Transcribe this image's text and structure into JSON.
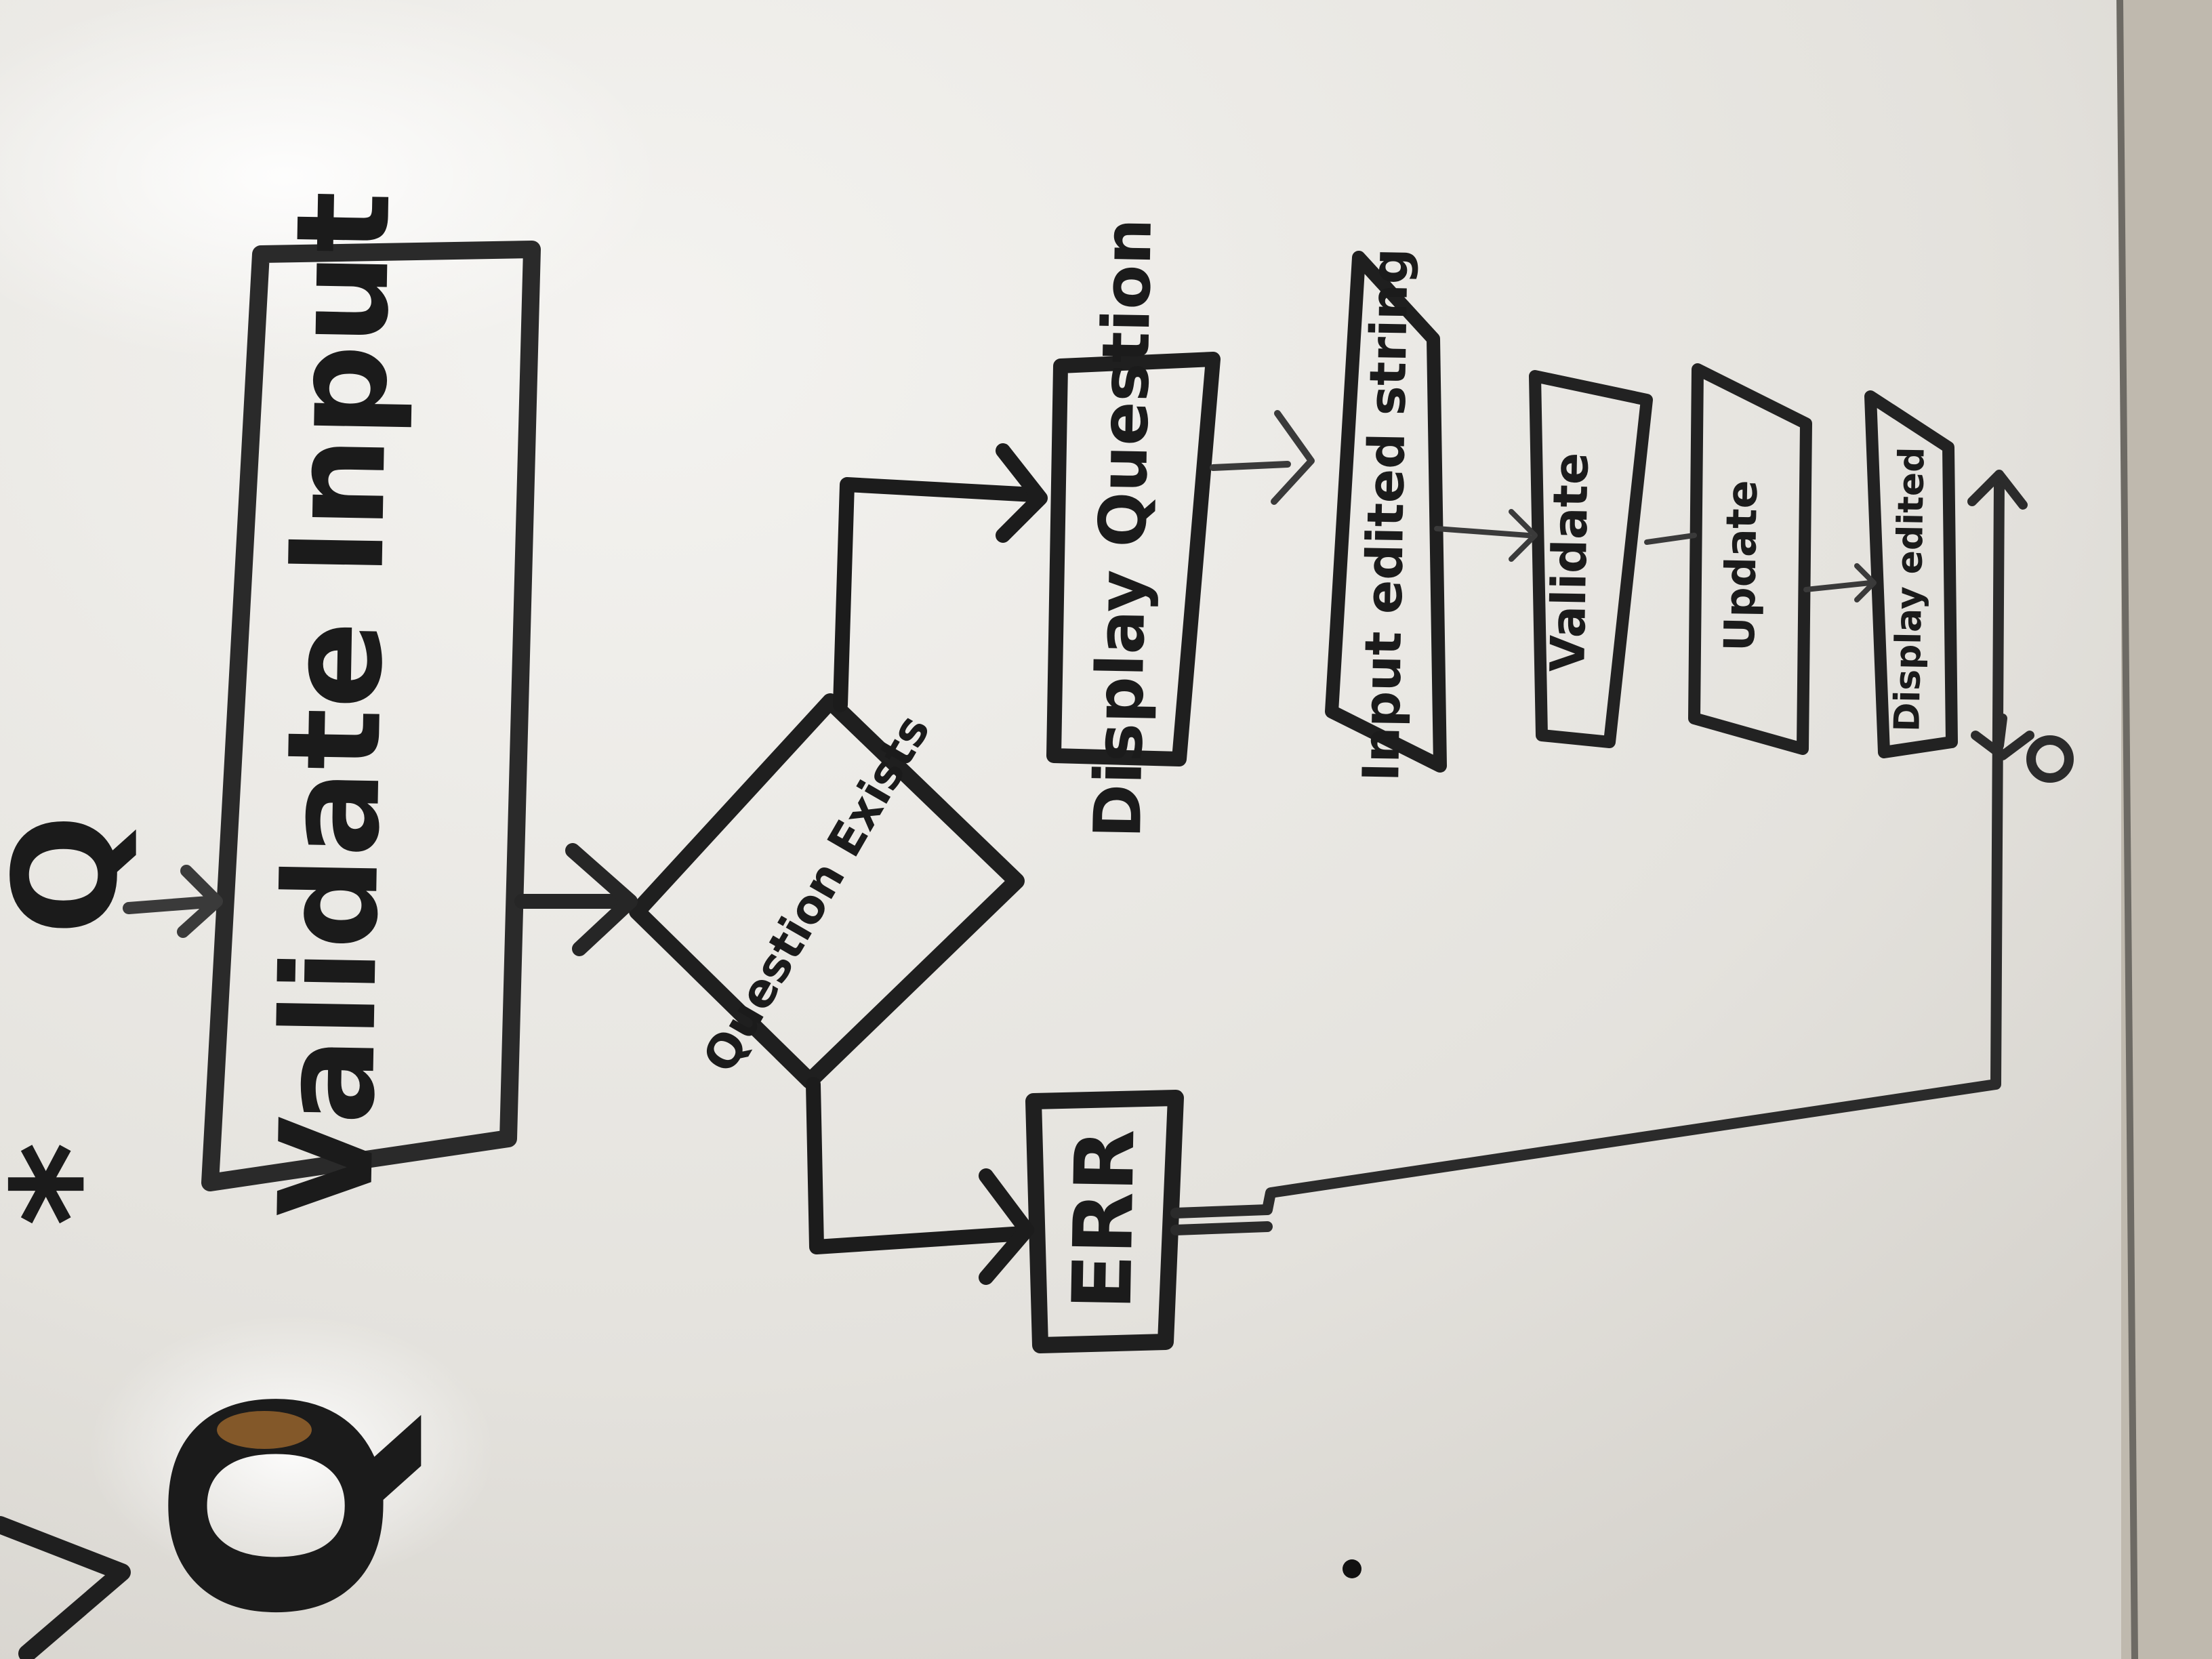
{
  "diagram": {
    "colors": {
      "board": "#eceae5",
      "ink": "#1c1c1c",
      "frame": "#8a8780",
      "highlight": "#d98a35"
    },
    "nodes": [
      {
        "id": "validate-input",
        "label": "Validate Input"
      },
      {
        "id": "question-exists",
        "label": "Question Exists"
      },
      {
        "id": "display-question",
        "label": "Display Question"
      },
      {
        "id": "err",
        "label": "ERR"
      },
      {
        "id": "input-edited-string",
        "label": "Input edited string"
      },
      {
        "id": "validate",
        "label": "Validate"
      },
      {
        "id": "update",
        "label": "Update"
      },
      {
        "id": "display-edited",
        "label": "Display edited"
      }
    ],
    "marginal_marks": {
      "asterisk": "*",
      "q_large": "Q",
      "q_small": "Q"
    },
    "icons": [
      "arrow-icon",
      "terminator-circle-icon"
    ]
  }
}
